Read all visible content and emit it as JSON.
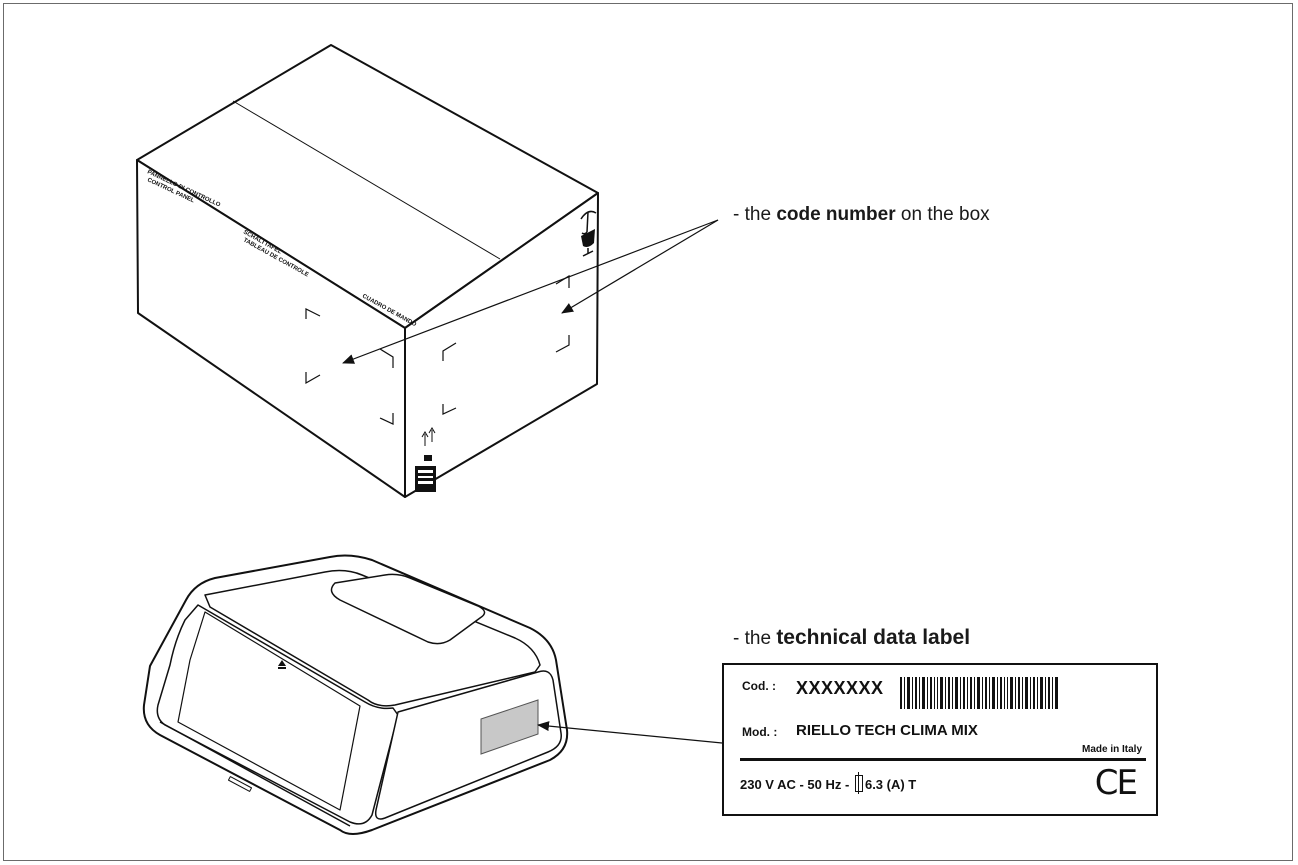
{
  "captions": {
    "box_prefix": "- the ",
    "box_bold": "code number",
    "box_suffix": " on the box",
    "label_prefix": "- the ",
    "label_bold": "technical data label"
  },
  "box_prints": {
    "front_line1": "PANNELLO DI CONTROLLO",
    "front_line2": "CONTROL PANEL",
    "front_line3": "SCHALTTAFEL",
    "front_line4": "TABLEAU DE CONTROLE",
    "side_line1": "CUADRO DE MANDO"
  },
  "label": {
    "cod_key": "Cod. :",
    "cod_value": "XXXXXXX",
    "mod_key": "Mod. :",
    "mod_value": "RIELLO TECH CLIMA MIX",
    "made_in": "Made in Italy",
    "power_left": "230 V AC - 50 Hz -",
    "power_right": "6.3 (A) T",
    "ce": "CE"
  }
}
